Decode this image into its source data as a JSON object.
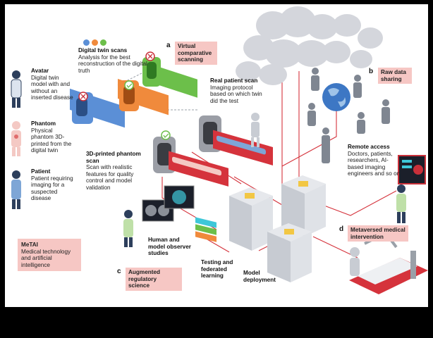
{
  "left_legend": [
    {
      "title": "Avatar",
      "desc": "Digital twin model with and without an inserted disease"
    },
    {
      "title": "Phantom",
      "desc": "Physical phantom 3D-printed from the digital twin"
    },
    {
      "title": "Patient",
      "desc": "Patient requiring imaging for a suspected disease"
    }
  ],
  "metai": {
    "title": "MeTAI",
    "desc": "Medical technology and artificial intelligence"
  },
  "digital_twin": {
    "title": "Digital twin scans",
    "desc": "Analysis for the best reconstruction of the digital truth"
  },
  "real_scan": {
    "title": "Real patient scan",
    "desc": "Imaging protocol based on which twin did the test"
  },
  "phantom_scan": {
    "title": "3D-printed phantom scan",
    "desc": "Scan with realistic features for quality control and model validation"
  },
  "remote": {
    "title": "Remote access",
    "desc": "Doctors, patients, researchers, AI-based imaging engineers and so on"
  },
  "observer": {
    "title": "Human and model observer studies"
  },
  "testing": {
    "title": "Testing and federated learning"
  },
  "deployment": {
    "title": "Model deployment"
  },
  "sections": {
    "a": {
      "letter": "a",
      "label": "Virtual comparative scanning"
    },
    "b": {
      "letter": "b",
      "label": "Raw data sharing"
    },
    "c": {
      "letter": "c",
      "label": "Augmented regulatory science"
    },
    "d": {
      "letter": "d",
      "label": "Metaversed medical intervention"
    }
  },
  "colors": {
    "blue": "#5b8fd6",
    "orange": "#f08a3c",
    "green": "#6cbf4a",
    "red": "#c9303a",
    "pink_box": "#f6c7c4",
    "cloud": "#d4d6dc"
  }
}
